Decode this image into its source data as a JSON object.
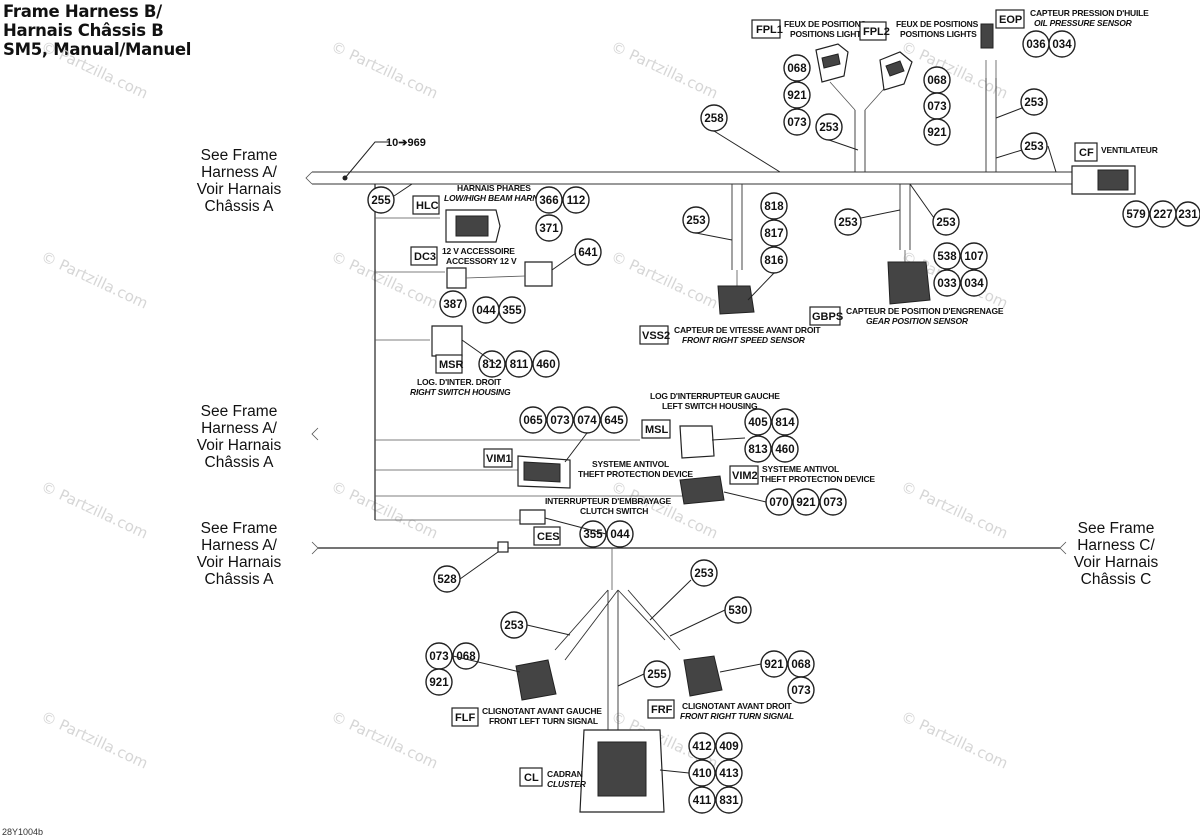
{
  "title": {
    "line1": "Frame Harness B/",
    "line2": "Harnais Châssis B",
    "line3": "SM5, Manual/Manuel"
  },
  "ref_label": "10➔969",
  "footer_code": "28Y1004b",
  "watermark": "© Partzilla.com",
  "see_frame_a": [
    "See Frame",
    "Harness A/",
    "Voir Harnais",
    "Châssis A"
  ],
  "see_frame_c": [
    "See Frame",
    "Harness C/",
    "Voir Harnais",
    "Châssis C"
  ],
  "connectors": {
    "fpl1": {
      "code": "FPL1",
      "label_fr": "FEUX DE POSITIONS",
      "label_en": "POSITIONS LIGHTS"
    },
    "fpl2": {
      "code": "FPL2",
      "label_fr": "FEUX DE POSITIONS",
      "label_en": "POSITIONS LIGHTS"
    },
    "eop": {
      "code": "EOP",
      "label_fr": "CAPTEUR PRESSION D'HUILE",
      "label_en": "OIL PRESSURE SENSOR"
    },
    "cf": {
      "code": "CF",
      "label_fr": "VENTILATEUR",
      "label_en": ""
    },
    "hlc": {
      "code": "HLC",
      "label_fr": "HARNAIS PHARES",
      "label_en": "LOW/HIGH BEAM HARNESS"
    },
    "dc3": {
      "code": "DC3",
      "label_fr": "12 V ACCESSOIRE",
      "label_en": "ACCESSORY 12 V"
    },
    "vss2": {
      "code": "VSS2",
      "label_fr": "CAPTEUR DE VITESSE AVANT DROIT",
      "label_en": "FRONT RIGHT SPEED SENSOR"
    },
    "gbps": {
      "code": "GBPS",
      "label_fr": "CAPTEUR DE POSITION D'ENGRENAGE",
      "label_en": "GEAR POSITION SENSOR"
    },
    "msr": {
      "code": "MSR",
      "label_fr": "LOG. D'INTER. DROIT",
      "label_en": "RIGHT SWITCH HOUSING"
    },
    "msl": {
      "code": "MSL",
      "label_fr": "LOG D'INTERRUPTEUR GAUCHE",
      "label_en": "LEFT SWITCH HOUSING"
    },
    "vim1": {
      "code": "VIM1",
      "label_fr": "SYSTEME ANTIVOL",
      "label_en": "THEFT PROTECTION DEVICE"
    },
    "vim2": {
      "code": "VIM2",
      "label_fr": "SYSTEME ANTIVOL",
      "label_en": "THEFT PROTECTION DEVICE"
    },
    "ces": {
      "code": "CES",
      "label_fr": "INTERRUPTEUR D'EMBRAYAGE",
      "label_en": "CLUTCH SWITCH"
    },
    "flf": {
      "code": "FLF",
      "label_fr": "CLIGNOTANT AVANT GAUCHE",
      "label_en": "FRONT LEFT TURN SIGNAL"
    },
    "frf": {
      "code": "FRF",
      "label_fr": "CLIGNOTANT AVANT DROIT",
      "label_en": "FRONT RIGHT TURN SIGNAL"
    },
    "cl": {
      "code": "CL",
      "label_fr": "CADRAN",
      "label_en": "CLUSTER"
    }
  },
  "callouts": {
    "fpl1": [
      "068",
      "921",
      "073"
    ],
    "fpl2": [
      "068",
      "073",
      "921"
    ],
    "eop": [
      "036",
      "034"
    ],
    "cf": [
      "579",
      "227",
      "231"
    ],
    "hlc": [
      "366",
      "112",
      "371"
    ],
    "dc3": [
      "641",
      "387",
      "044",
      "355"
    ],
    "vss2": [
      "818",
      "817",
      "816"
    ],
    "gbps": [
      "538",
      "107",
      "033",
      "034"
    ],
    "msr": [
      "812",
      "811",
      "460"
    ],
    "msl": [
      "405",
      "814",
      "813",
      "460"
    ],
    "vim1": [
      "065",
      "073",
      "074",
      "645"
    ],
    "vim2": [
      "070",
      "921",
      "073"
    ],
    "ces": [
      "355",
      "044"
    ],
    "flf": [
      "073",
      "068",
      "921"
    ],
    "frf": [
      "921",
      "068",
      "073"
    ],
    "cl": [
      "412",
      "409",
      "410",
      "413",
      "411",
      "831"
    ],
    "harness": [
      "258",
      "253",
      "253",
      "253",
      "253",
      "253",
      "253",
      "255",
      "253",
      "530",
      "253",
      "255",
      "528"
    ]
  }
}
